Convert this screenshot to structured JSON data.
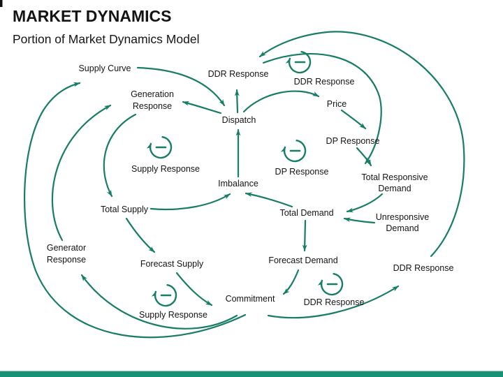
{
  "slide": {
    "title": "MARKET DYNAMICS",
    "subtitle": "Portion of Market Dynamics Model"
  },
  "colors": {
    "accent": "#177D66",
    "bar": "#1B9077",
    "ink": "#141414"
  },
  "diagram": {
    "nodes": [
      {
        "id": "supply-curve",
        "lines": [
          "Supply Curve"
        ]
      },
      {
        "id": "generation-response",
        "lines": [
          "Generation",
          "Response"
        ]
      },
      {
        "id": "ddr-response-top",
        "lines": [
          "DDR Response"
        ]
      },
      {
        "id": "price",
        "lines": [
          "Price"
        ]
      },
      {
        "id": "dispatch",
        "lines": [
          "Dispatch"
        ]
      },
      {
        "id": "dp-response",
        "lines": [
          "DP Response"
        ]
      },
      {
        "id": "imbalance",
        "lines": [
          "Imbalance"
        ]
      },
      {
        "id": "total-responsive-demand",
        "lines": [
          "Total Responsive",
          "Demand"
        ]
      },
      {
        "id": "total-supply",
        "lines": [
          "Total Supply"
        ]
      },
      {
        "id": "total-demand",
        "lines": [
          "Total Demand"
        ]
      },
      {
        "id": "unresponsive-demand",
        "lines": [
          "Unresponsive",
          "Demand"
        ]
      },
      {
        "id": "generator-response",
        "lines": [
          "Generator",
          "Response"
        ]
      },
      {
        "id": "forecast-supply",
        "lines": [
          "Forecast Supply"
        ]
      },
      {
        "id": "forecast-demand",
        "lines": [
          "Forecast Demand"
        ]
      },
      {
        "id": "ddr-response-right",
        "lines": [
          "DDR Response"
        ]
      },
      {
        "id": "commitment",
        "lines": [
          "Commitment"
        ]
      }
    ],
    "loops": [
      {
        "id": "loop-ddr-top",
        "label": "DDR Response",
        "sign": "−"
      },
      {
        "id": "loop-supply-mid",
        "label": "Supply Response",
        "sign": "−"
      },
      {
        "id": "loop-dp",
        "label": "DP Response",
        "sign": "−"
      },
      {
        "id": "loop-supply-bottom",
        "label": "Supply Response",
        "sign": "−"
      },
      {
        "id": "loop-ddr-bottom",
        "label": "DDR Response",
        "sign": "−"
      }
    ],
    "edges": [
      {
        "from": "supply-curve",
        "to": "dispatch"
      },
      {
        "from": "dispatch",
        "to": "generation-response"
      },
      {
        "from": "dispatch",
        "to": "ddr-response-top"
      },
      {
        "from": "imbalance",
        "to": "dispatch"
      },
      {
        "from": "dispatch",
        "to": "price"
      },
      {
        "from": "price",
        "to": "dp-response"
      },
      {
        "from": "dp-response",
        "to": "total-responsive-demand"
      },
      {
        "from": "ddr-response-top",
        "to": "total-responsive-demand"
      },
      {
        "from": "ddr-response-right",
        "to": "ddr-response-top"
      },
      {
        "from": "commitment",
        "to": "ddr-response-right"
      },
      {
        "from": "total-responsive-demand",
        "to": "total-demand"
      },
      {
        "from": "unresponsive-demand",
        "to": "total-demand"
      },
      {
        "from": "total-demand",
        "to": "imbalance"
      },
      {
        "from": "total-supply",
        "to": "imbalance"
      },
      {
        "from": "generation-response",
        "to": "total-supply"
      },
      {
        "from": "total-supply",
        "to": "forecast-supply"
      },
      {
        "from": "forecast-supply",
        "to": "commitment"
      },
      {
        "from": "total-demand",
        "to": "forecast-demand"
      },
      {
        "from": "forecast-demand",
        "to": "commitment"
      },
      {
        "from": "generator-response",
        "to": "generation-response"
      },
      {
        "from": "commitment",
        "to": "supply-curve"
      },
      {
        "from": "commitment",
        "to": "generator-response"
      }
    ]
  }
}
